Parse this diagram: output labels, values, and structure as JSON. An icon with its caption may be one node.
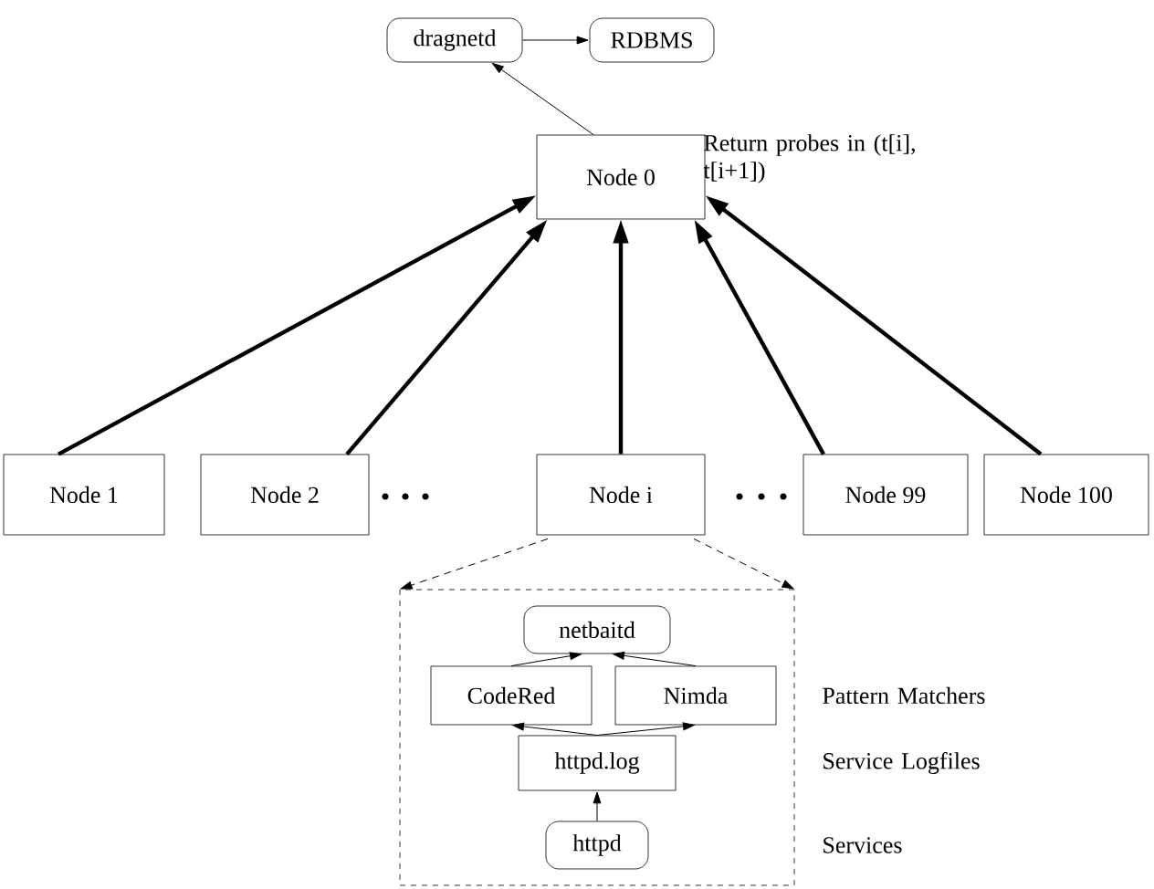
{
  "diagram": {
    "nodes": [
      {
        "text": [
          "dragnetd"
        ]
      },
      {
        "text": [
          "RDBMS"
        ]
      },
      {
        "text": [
          "Node 0"
        ]
      },
      {
        "text": [
          "Node 1"
        ]
      },
      {
        "text": [
          "Node 2"
        ]
      },
      {
        "text": [
          "Node i"
        ]
      },
      {
        "text": [
          "Node 99"
        ]
      },
      {
        "text": [
          "Node 100"
        ]
      },
      {
        "text": [],
        "shape": "box"
      },
      {
        "text": [
          "netbaitd"
        ],
        "in": 8
      },
      {
        "text": [
          "CodeRed"
        ],
        "in": 8
      },
      {
        "text": [
          "Nimda"
        ],
        "in": 8
      },
      {
        "text": [
          "httpd.log"
        ],
        "in": 8
      },
      {
        "text": [
          "httpd"
        ],
        "in": 8
      }
    ],
    "edges": [
      {
        "from": 2,
        "to": 0,
        "arrow": "to"
      },
      {
        "from": 0,
        "to": 1,
        "arrow": "to"
      },
      {
        "from": 3,
        "to": 2,
        "arrow": "to",
        "style": "thick"
      },
      {
        "from": 4,
        "to": 2,
        "arrow": "to",
        "style": "thick"
      },
      {
        "from": 5,
        "to": 2,
        "arrow": "to",
        "style": "thick"
      },
      {
        "from": 6,
        "to": 2,
        "arrow": "to",
        "style": "thick"
      },
      {
        "from": 7,
        "to": 2,
        "arrow": "to",
        "style": "thick"
      },
      {
        "from": 5,
        "to": 8,
        "arrow": "to",
        "style": "dashed"
      },
      {
        "from": 5,
        "to": 8,
        "arrow": "to",
        "style": "dashed"
      },
      {
        "from": 10,
        "to": 9,
        "arrow": "to"
      },
      {
        "from": 11,
        "to": 9,
        "arrow": "to"
      },
      {
        "from": 12,
        "to": 10,
        "arrow": "to"
      },
      {
        "from": 12,
        "to": 11,
        "arrow": "to"
      },
      {
        "from": 13,
        "to": 12,
        "arrow": "to"
      }
    ],
    "labels": [
      "Return probes in (t[i], t[i+1])",
      "Pattern Matchers",
      "Service Logfiles",
      "Services"
    ]
  }
}
